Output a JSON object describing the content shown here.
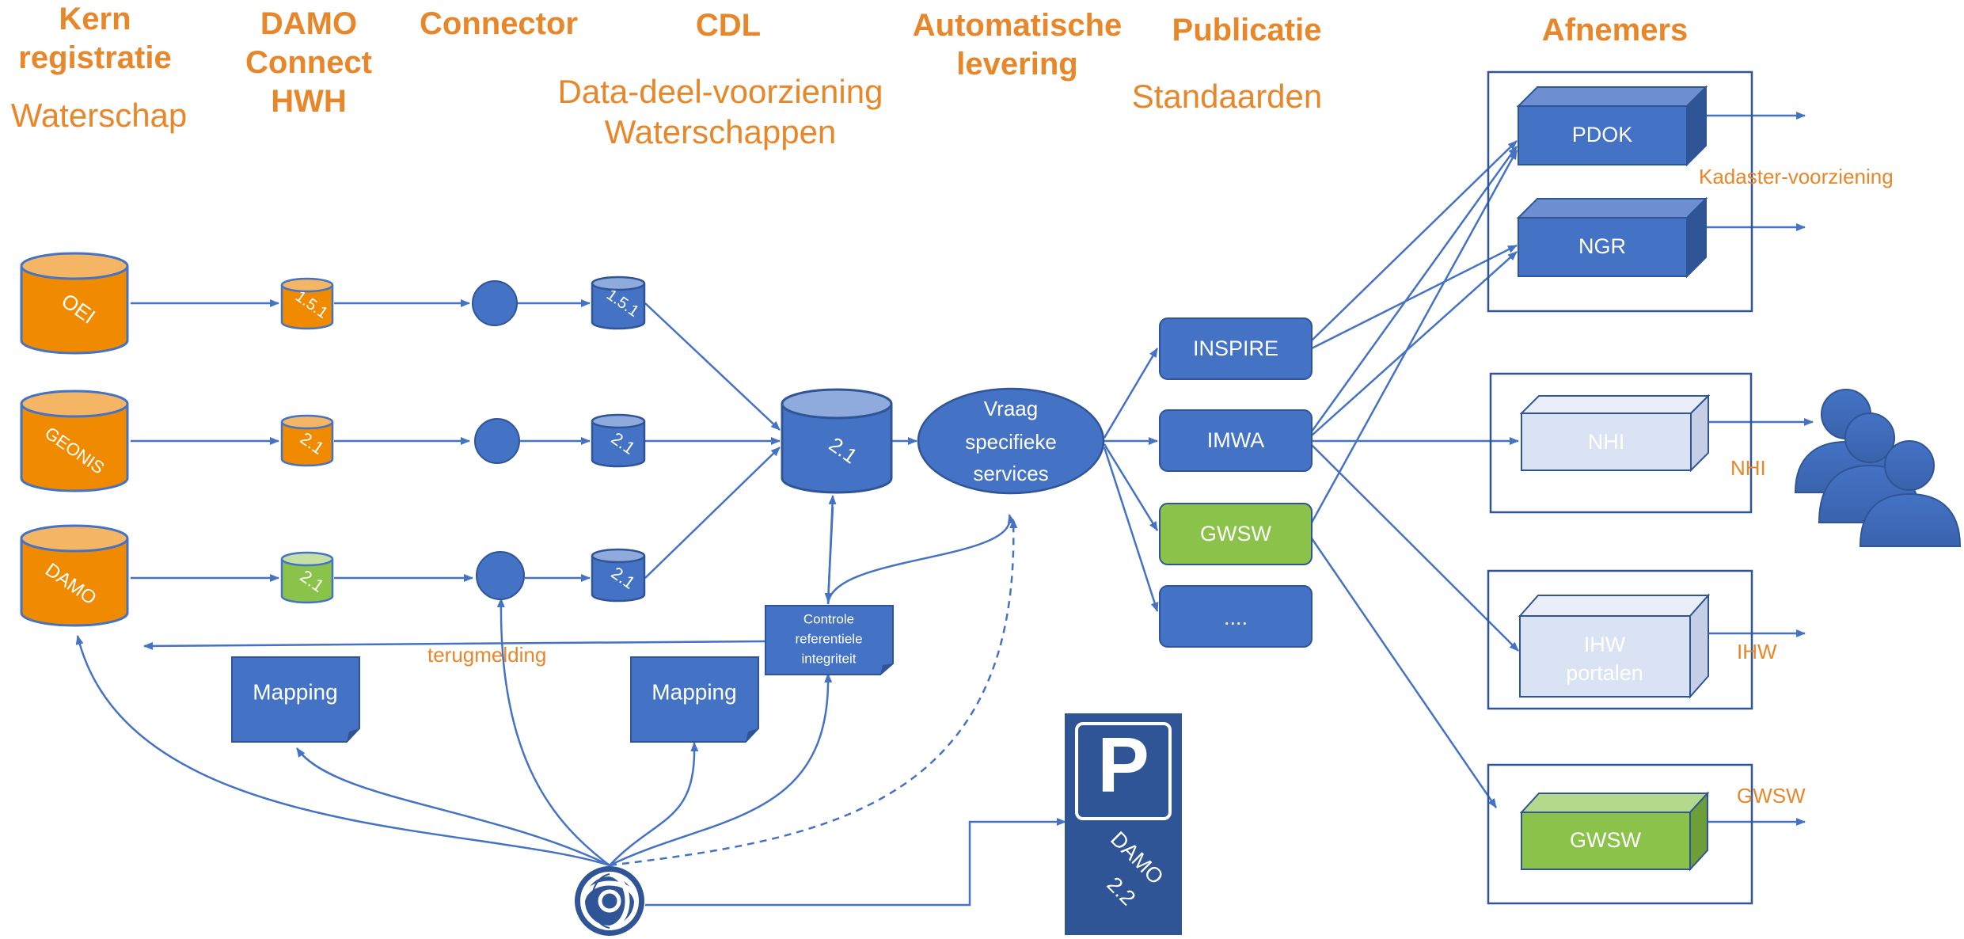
{
  "columns": {
    "kern_line1": "Kern",
    "kern_line2": "registratie",
    "kern_sub": "Waterschap",
    "damo_line1": "DAMO",
    "damo_line2": "Connect",
    "damo_line3": "HWH",
    "connector": "Connector",
    "cdl": "CDL",
    "cdl_sub1": "Data-deel-voorziening",
    "cdl_sub2": "Waterschappen",
    "auto_line1": "Automatische",
    "auto_line2": "levering",
    "publicatie": "Publicatie",
    "publicatie_sub": "Standaarden",
    "afnemers": "Afnemers"
  },
  "sources": [
    {
      "label": "OEI",
      "color": "#F08A00"
    },
    {
      "label": "GEONIS",
      "color": "#F08A00"
    },
    {
      "label": "DAMO",
      "color": "#F08A00"
    }
  ],
  "damo_connect": [
    {
      "label": "1.5.1",
      "color": "#F08A00"
    },
    {
      "label": "2.1",
      "color": "#F08A00"
    },
    {
      "label": "2.1",
      "color": "#8BC34A"
    }
  ],
  "cdl_small": [
    "1.5.1",
    "2.1",
    "2.1"
  ],
  "cdl_main": "2.1",
  "services": {
    "line1": "Vraag",
    "line2": "specifieke",
    "line3": "services"
  },
  "control": {
    "line1": "Controle",
    "line2": "referentiele",
    "line3": "integriteit"
  },
  "terugmelding": "terugmelding",
  "mapping": [
    "Mapping",
    "Mapping"
  ],
  "publicatie_items": [
    {
      "label": "INSPIRE",
      "color": "#4472C4"
    },
    {
      "label": "IMWA",
      "color": "#4472C4"
    },
    {
      "label": "GWSW",
      "color": "#8BC34A"
    },
    {
      "label": "....",
      "color": "#4472C4"
    }
  ],
  "afnemers": [
    {
      "label": "PDOK"
    },
    {
      "label": "NGR"
    },
    {
      "label": "NHI"
    },
    {
      "label": "IHW",
      "label2": "portalen"
    },
    {
      "label": "GWSW"
    }
  ],
  "afnemer_tags": {
    "kadaster": "Kadaster-voorziening",
    "nhi": "NHI",
    "ihw": "IHW",
    "gwsw": "GWSW"
  },
  "damo_next": {
    "letter": "P",
    "line1": "DAMO",
    "line2": "2.2"
  },
  "colors": {
    "blue": "#4472C4",
    "dark_blue": "#2F5597",
    "orange": "#F08A00",
    "orange_text": "#E8862A",
    "green": "#8BC34A",
    "light_blue": "#DAE3F3"
  }
}
